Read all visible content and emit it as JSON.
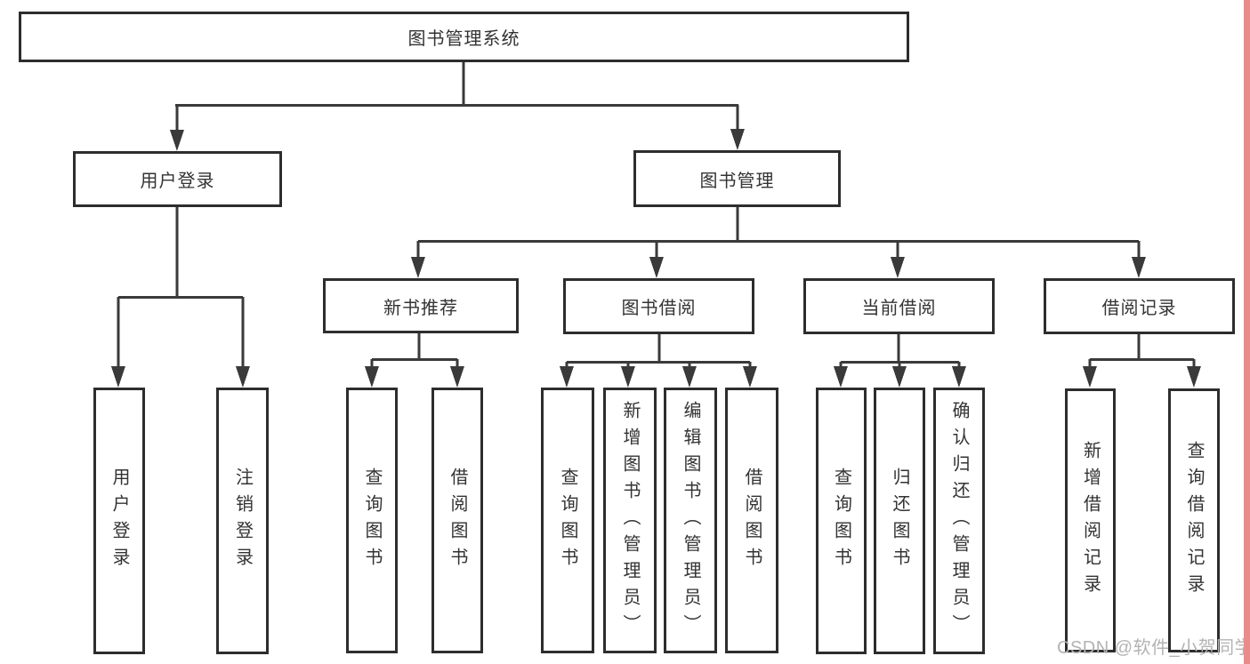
{
  "tree": {
    "root": {
      "label": "图书管理系统"
    },
    "branches": [
      {
        "label": "用户登录",
        "children": [
          {
            "label": "用户登录"
          },
          {
            "label": "注销登录"
          }
        ]
      },
      {
        "label": "图书管理",
        "children": [
          {
            "label": "新书推荐",
            "children": [
              {
                "label": "查询图书"
              },
              {
                "label": "借阅图书"
              }
            ]
          },
          {
            "label": "图书借阅",
            "children": [
              {
                "label": "查询图书"
              },
              {
                "label": "新增图书（管理员）"
              },
              {
                "label": "编辑图书（管理员）"
              },
              {
                "label": "借阅图书"
              }
            ]
          },
          {
            "label": "当前借阅",
            "children": [
              {
                "label": "查询图书"
              },
              {
                "label": "归还图书"
              },
              {
                "label": "确认归还（管理员）"
              }
            ]
          },
          {
            "label": "借阅记录",
            "children": [
              {
                "label": "新增借阅记录"
              },
              {
                "label": "查询借阅记录"
              }
            ]
          }
        ]
      }
    ]
  },
  "watermark": {
    "text": "CSDN @软件_小贺同学",
    "color": "#b3b3b3"
  },
  "colors": {
    "line": "#3a3a3a",
    "box_border": "#2d2d2d",
    "box_fill": "#ffffff",
    "text": "#333333",
    "right_edge_strip": "#e98b8b",
    "background": "#ffffff"
  }
}
